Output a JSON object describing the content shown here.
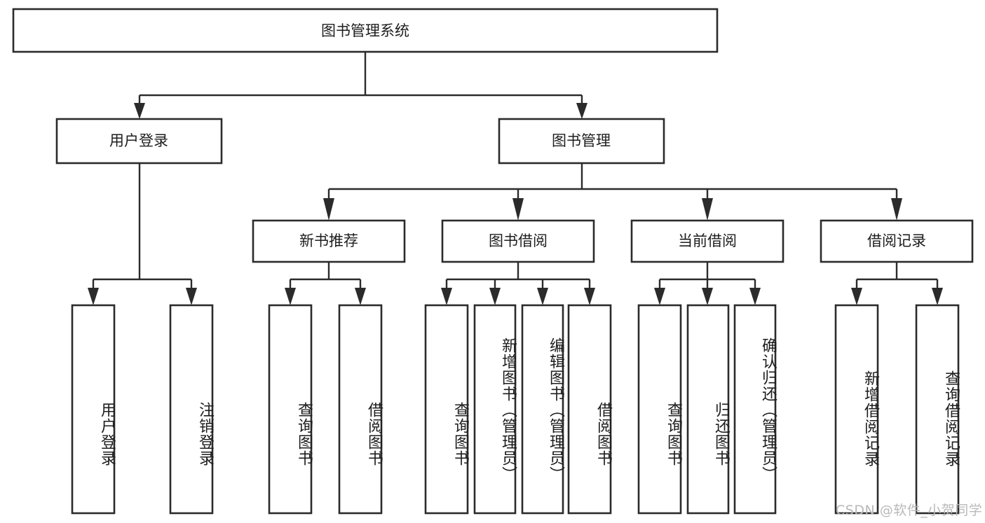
{
  "diagram": {
    "title_node": {
      "label": "图书管理系统"
    },
    "level2": [
      {
        "id": "user-login",
        "label": "用户登录"
      },
      {
        "id": "book-management",
        "label": "图书管理"
      }
    ],
    "level3": [
      {
        "id": "new-book-recommend",
        "label": "新书推荐"
      },
      {
        "id": "book-borrow",
        "label": "图书借阅"
      },
      {
        "id": "current-borrow",
        "label": "当前借阅"
      },
      {
        "id": "borrow-record",
        "label": "借阅记录"
      }
    ],
    "leaves": [
      {
        "id": "leaf-user-login",
        "label": "用户登录",
        "parent": "user-login"
      },
      {
        "id": "leaf-logout-login",
        "label": "注销登录",
        "parent": "user-login"
      },
      {
        "id": "leaf-query-book-1",
        "label": "查询图书",
        "parent": "new-book-recommend"
      },
      {
        "id": "leaf-borrow-book-1",
        "label": "借阅图书",
        "parent": "new-book-recommend"
      },
      {
        "id": "leaf-query-book-2",
        "label": "查询图书",
        "parent": "book-borrow"
      },
      {
        "id": "leaf-add-book",
        "label": "新增图书（管理员）",
        "parent": "book-borrow"
      },
      {
        "id": "leaf-edit-book",
        "label": "编辑图书（管理员）",
        "parent": "book-borrow"
      },
      {
        "id": "leaf-borrow-book-2",
        "label": "借阅图书",
        "parent": "book-borrow"
      },
      {
        "id": "leaf-query-book-3",
        "label": "查询图书",
        "parent": "current-borrow"
      },
      {
        "id": "leaf-return-book",
        "label": "归还图书",
        "parent": "current-borrow"
      },
      {
        "id": "leaf-confirm-return",
        "label": "确认归还（管理员）",
        "parent": "current-borrow"
      },
      {
        "id": "leaf-add-record",
        "label": "新增借阅记录",
        "parent": "borrow-record"
      },
      {
        "id": "leaf-query-record",
        "label": "查询借阅记录",
        "parent": "borrow-record"
      }
    ],
    "watermark": {
      "text": "CSDN @软件_小贺同学"
    },
    "colors": {
      "stroke": "#2b2b2b",
      "fill": "#ffffff",
      "text": "#1d1d1d",
      "watermark": "#b9b9b9",
      "background": "#ffffff"
    }
  }
}
